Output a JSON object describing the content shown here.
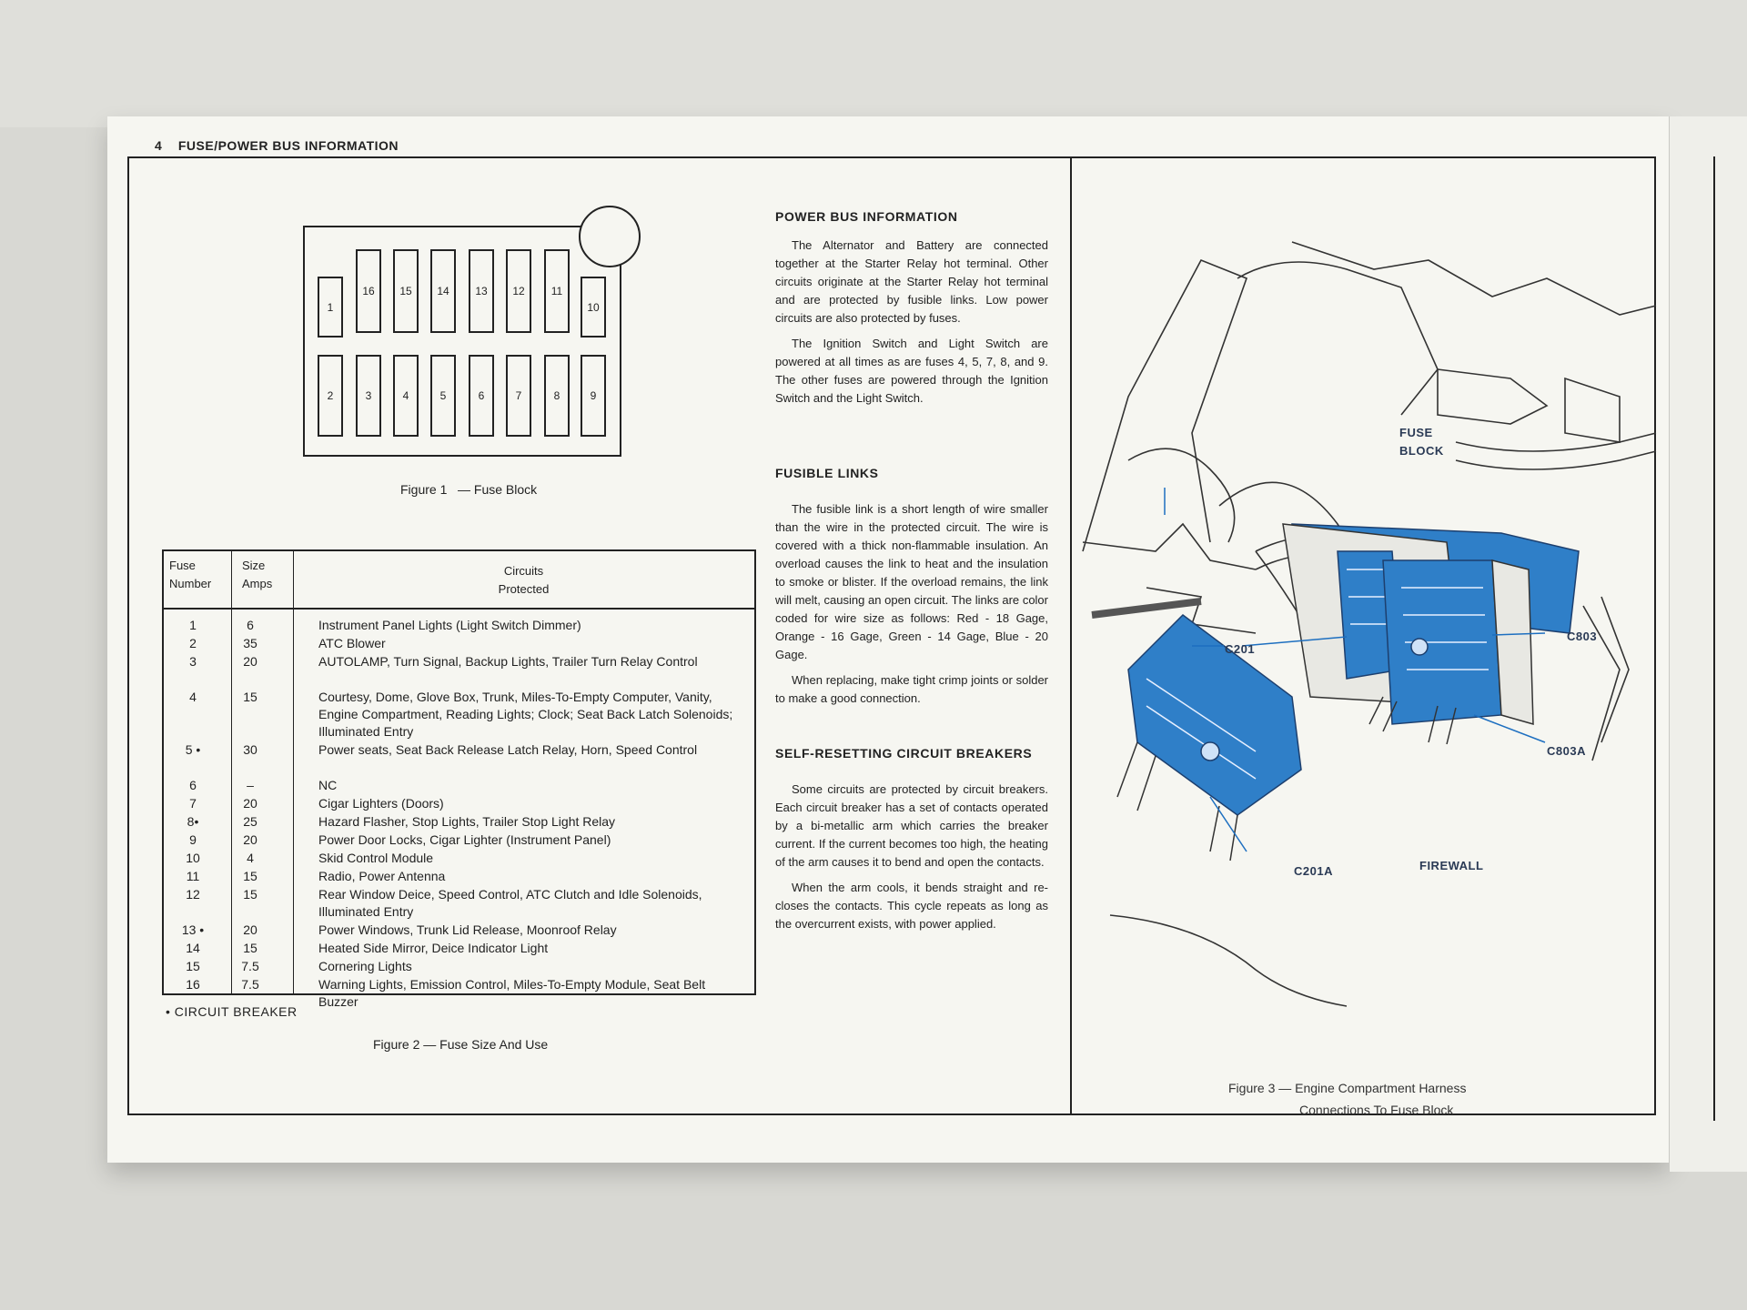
{
  "header": {
    "page_number": "4",
    "title": "FUSE/POWER BUS INFORMATION"
  },
  "fuse_block": {
    "top_row": [
      "16",
      "15",
      "14",
      "13",
      "12",
      "11"
    ],
    "left_fuse": "1",
    "right_fuse": "10",
    "bottom_row": [
      "2",
      "3",
      "4",
      "5",
      "6",
      "7",
      "8",
      "9"
    ],
    "caption": "Figure 1   — Fuse Block"
  },
  "fuse_table": {
    "headers": {
      "fuse": "Fuse\nNumber",
      "size": "Size\nAmps",
      "circuits": "Circuits\nProtected"
    },
    "rows": [
      {
        "fuse": "1",
        "size": "6",
        "circuits": "Instrument Panel Lights (Light Switch Dimmer)"
      },
      {
        "fuse": "2",
        "size": "35",
        "circuits": "ATC Blower"
      },
      {
        "fuse": "3",
        "size": "20",
        "circuits": "AUTOLAMP, Turn Signal, Backup Lights, Trailer Turn Relay Control"
      },
      {
        "fuse": "4",
        "size": "15",
        "circuits": "Courtesy, Dome, Glove Box, Trunk, Miles-To-Empty Computer, Vanity, Engine Compartment, Reading Lights; Clock; Seat Back Latch Solenoids; Illuminated Entry"
      },
      {
        "fuse": "5 •",
        "size": "30",
        "circuits": "Power seats, Seat Back Release Latch Relay, Horn, Speed Control"
      },
      {
        "fuse": "6",
        "size": "–",
        "circuits": "NC"
      },
      {
        "fuse": "7",
        "size": "20",
        "circuits": "Cigar Lighters (Doors)"
      },
      {
        "fuse": "8•",
        "size": "25",
        "circuits": "Hazard Flasher, Stop Lights, Trailer Stop Light Relay"
      },
      {
        "fuse": "9",
        "size": "20",
        "circuits": "Power Door Locks, Cigar Lighter (Instrument Panel)"
      },
      {
        "fuse": "10",
        "size": "4",
        "circuits": "Skid Control Module"
      },
      {
        "fuse": "11",
        "size": "15",
        "circuits": "Radio, Power Antenna"
      },
      {
        "fuse": "12",
        "size": "15",
        "circuits": "Rear Window Deice, Speed Control, ATC Clutch and Idle Solenoids, Illuminated Entry"
      },
      {
        "fuse": "13 •",
        "size": "20",
        "circuits": "Power Windows, Trunk Lid Release, Moonroof Relay"
      },
      {
        "fuse": "14",
        "size": "15",
        "circuits": "Heated Side Mirror, Deice Indicator Light"
      },
      {
        "fuse": "15",
        "size": "7.5",
        "circuits": "Cornering Lights"
      },
      {
        "fuse": "16",
        "size": "7.5",
        "circuits": "Warning Lights, Emission Control, Miles-To-Empty Module, Seat Belt Buzzer"
      }
    ],
    "footnote": "• CIRCUIT BREAKER",
    "caption": "Figure 2 — Fuse Size And Use"
  },
  "text_column": {
    "power_bus_heading": "POWER BUS INFORMATION",
    "power_bus_p1": "The Alternator and Battery are connected together at the Starter Relay hot terminal.  Other circuits originate at the Starter Relay hot terminal and are protected by fusible links.  Low power circuits are also protected by fuses.",
    "power_bus_p2": "The Ignition Switch and Light Switch are powered at all times as are fuses 4, 5, 7, 8, and 9.  The other fuses are powered through the Ignition Switch and the Light Switch.",
    "fusible_heading": "FUSIBLE LINKS",
    "fusible_p1": "The fusible link is a short length of wire smaller than the wire in the protected circuit.  The wire is covered with a thick non-flammable insulation.  An overload causes the link to heat and the insulation to smoke or blister.  If the overload remains, the link will melt, causing an open circuit.  The links are color coded for wire size as follows:  Red - 18 Gage, Orange - 16 Gage, Green - 14 Gage, Blue - 20 Gage.",
    "fusible_p2": "When replacing, make tight crimp joints or solder to make a good connection.",
    "breakers_heading": "SELF-RESETTING CIRCUIT BREAKERS",
    "breakers_p1": "Some circuits are protected by circuit breakers.  Each circuit breaker has a set of contacts operated by a bi-metallic arm which carries the breaker current.  If the current becomes too high, the heating of the arm causes it to bend and open the contacts.",
    "breakers_p2": "When the arm cools, it bends straight and re-closes the contacts.  This cycle repeats as long as the overcurrent exists, with power applied."
  },
  "diagram": {
    "labels": {
      "fuse_block": "FUSE\nBLOCK",
      "c201": "C201",
      "c803": "C803",
      "c803a": "C803A",
      "c201a": "C201A",
      "firewall": "FIREWALL"
    },
    "caption_line1": "Figure 3 — Engine Compartment Harness",
    "caption_line2": "Connections To Fuse Block",
    "connector_color": "#2f7fc8"
  }
}
